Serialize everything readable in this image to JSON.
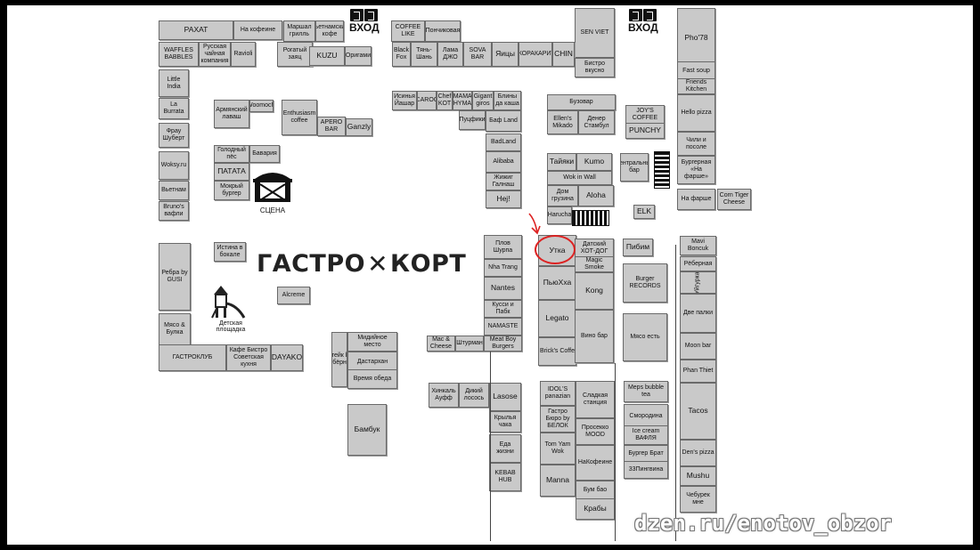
{
  "map": {
    "title": "ГАСТРО КОРТ",
    "title_left": "ГАСТРО",
    "title_right": "КОРТ",
    "watermark": "dzen.ru/enotov_obzor",
    "entrance_label": "ВХОД",
    "stage_label": "СЦЕНА",
    "playground_label": "Детская площадка",
    "highlight_color": "#dd2222",
    "shop_color": "#c9c9c9"
  },
  "shops": [
    "РАХАТ",
    "На кофеине",
    "Маршал грилль",
    "Вьетнамский кофе",
    "COFFEE LIKE",
    "Пончиковая",
    "SEN VIET",
    "Pho'78",
    "WAFFLES BABBLES",
    "Русская чайная компания",
    "Ravioli",
    "Рогатый заяц",
    "KUZU",
    "Оригами",
    "Black Fox",
    "Тянь-Шань",
    "Лама ДЖО",
    "SOVA BAR",
    "Яицы",
    "ЖОРАКАРИТ",
    "CHIN",
    "Бистро вкусно",
    "Little India",
    "La Burrata",
    "Фрау Шуберт",
    "Woksy.ru",
    "Вьетнам",
    "Bruno's вафли",
    "Армянский лаваш",
    "Woomochi",
    "Enthusiasm coffee",
    "APERO BAR",
    "Ganzly",
    "Голодный пёс",
    "Бавария",
    "ПАТАТА",
    "Мокрый бургер",
    "Исинья Йашар",
    "MACAROONS",
    "Chef KOT",
    "MAMA HYMA",
    "Gigant giros",
    "Блины да каша",
    "Пуцфики",
    "Баф Land",
    "BadLand",
    "Alibaba",
    "Жижиг Галнаш",
    "Hej!",
    "Бузовар",
    "Ellen's Mikado",
    "Денер Стамбул",
    "JOY'S COFFEE",
    "PUNCHY",
    "Тайяки",
    "Kumo",
    "Центральный бар",
    "Wok in Wall",
    "Дом грузина",
    "Aloha",
    "Harucha",
    "ELK",
    "Fast soup",
    "Friends Kitchen",
    "Hello pizza",
    "Чили и посоле",
    "Бургерная «На фарше»",
    "На фарше",
    "Corn Tiger Cheese",
    "Ребра by GUSI",
    "Мясо & Булка",
    "Истина в бокале",
    "Alcreme",
    "ГАСТРОКЛУБ",
    "Кафе Бистро Советская кухня",
    "DAYAKO",
    "Плов Шурпа",
    "Nha Trang",
    "Nantes",
    "Кусси и Пабк",
    "NAMASTE",
    "Mac & Cheese",
    "Штурман",
    "Meat Boy Burgers",
    "Утка",
    "ПьюХха",
    "Legato",
    "Brick's Coffe",
    "Датский ХОТ-ДОГ",
    "Magic Smoke",
    "Kong",
    "Вино бар",
    "Пибим",
    "Burger RECORDS",
    "Мясо есть",
    "Mavi Boncuk",
    "Рёберная",
    "Уйгурка",
    "Две палки",
    "Moon bar",
    "Phan Thiet",
    "Tacos",
    "Den's pizza",
    "Mushu",
    "Чебурек мне",
    "Стейк by ребёрная",
    "Мидийное место",
    "Дастархан",
    "Время обеда",
    "Бамбук",
    "Хинкаль Ауфф",
    "Дикий лосось",
    "Lasose",
    "Крылья чака",
    "Еда жизни",
    "KEBAB HUB",
    "IDOL'S panazian",
    "Гастро Бюро by БЕЛОК",
    "Tom Yam Wok",
    "Manna",
    "Сладкая станция",
    "Просекко MOOD",
    "НаКофеине",
    "Бум бао",
    "Крабы",
    "Meps bubble tea",
    "Смородина",
    "Ice cream ВАФЛЯ",
    "Бургер Брат",
    "33Пингвина"
  ]
}
